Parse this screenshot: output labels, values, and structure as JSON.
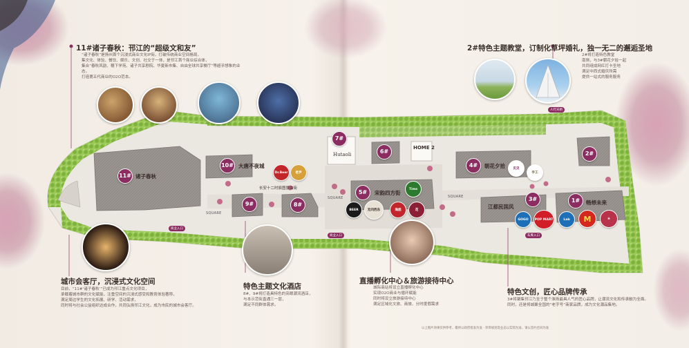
{
  "sections": {
    "zhuzi": {
      "heading": "11#诸子春秋：邗江的“超级文和友”",
      "body_lines": [
        "“诸子春秋”是扬州首个沉浸式商业文化IP街，打破传统商业空间格局，",
        "集文化、体验、餐饮、娱乐、文创、社交于一体，是邗江首个商业综合体，",
        "集合“春秋风韵、穗下学苑、诸子共享剧院、华夏新市集、自由全球共享餐厅”等超乎想象的业态，",
        "打造第五代商业的O2O范本。"
      ]
    },
    "chapel": {
      "heading": "2#特色主题教堂，订制化草坪婚礼，独一无二的邂逅圣地",
      "body_lines": [
        "2#将打造特色教堂",
        "南侧，与3#朝花夕拾一起",
        "共同组成网红打卡圣地",
        "满足中西式婚庆所需",
        "提供一站式的服务服务"
      ]
    },
    "living_room": {
      "heading": "城市会客厅，沉浸式文化空间",
      "body_lines": [
        "目前，“11#‘诸子春秋’”已成为邗江重点文化项目，",
        "承载着城市群的文化赋能，注重空间的沉浸式感受和教育体验著称，",
        "满足周边学生的文化拓展、研学、活动需求，",
        "同时将与社会公益组织达成合作，共同弘扬邗江文化，成为市民的城市会客厅。"
      ]
    },
    "hotel": {
      "heading": "特色主题文化酒店",
      "body_lines": [
        "8#、9#将打造具特色的亮眼潮流酒店，",
        "与本示范街直通三一层，",
        "满足不同群体需求。"
      ]
    },
    "livestream": {
      "heading": "直播孵化中心＆旅游接待中心",
      "body_lines": [
        "城际商站将设立直播孵化中心",
        "实现O2O商业与循环赋能",
        "同时将设立旅游接待中心",
        "满足区域化文旅、商旅、分时度假需求"
      ]
    },
    "culture_brand": {
      "heading": "特色文创，匠心品牌传承",
      "body_lines": [
        "3#将聚集邗江乃至于整个淮扬最具人气的匠心品牌，让潮流文化和传承融为全面。",
        "同时，还是将城聚全国的“老字号”商家品牌，成为文化潮品集地。"
      ]
    }
  },
  "units": [
    {
      "id": "u11",
      "num": "11#",
      "label": "诸子春秋"
    },
    {
      "id": "u10",
      "num": "10#",
      "label": "大唐不夜城"
    },
    {
      "id": "u9",
      "num": "9#",
      "label": ""
    },
    {
      "id": "u8",
      "num": "8#",
      "label": ""
    },
    {
      "id": "u7",
      "num": "7#",
      "label": ""
    },
    {
      "id": "u6",
      "num": "6#",
      "label": ""
    },
    {
      "id": "u5",
      "num": "5#",
      "label": "宋韵四方街"
    },
    {
      "id": "u4",
      "num": "4#",
      "label": "朝花夕拾"
    },
    {
      "id": "u3",
      "num": "3#",
      "label": "江都民国风"
    },
    {
      "id": "u1",
      "num": "1#",
      "label": "畅想未来"
    },
    {
      "id": "u2",
      "num": "2#",
      "label": ""
    }
  ],
  "sublabels": {
    "tang_12": "长安十二时辰图景曲街",
    "home2": "HOME 2",
    "hutaoli": "Hutaoli"
  },
  "streets": [
    "SQUARE",
    "SQUARE",
    "SQUARE"
  ],
  "gates": {
    "skybridge": "人行天桥",
    "west_gate": "商业入口",
    "mid_gate": "商业入口",
    "east_gate": "车库入口"
  },
  "brands": [
    {
      "id": "b1",
      "text": "Dr.Beer",
      "color": "#c3262a"
    },
    {
      "id": "b2",
      "text": "老尹",
      "color": "#d6a13a"
    },
    {
      "id": "b3",
      "text": "Tims",
      "color": "#2b7a2e"
    },
    {
      "id": "b4",
      "text": "BEER",
      "color": "#1a1a1a"
    },
    {
      "id": "b5",
      "text": "无问西东",
      "color": "#e8e1d5"
    },
    {
      "id": "b6",
      "text": "海底",
      "color": "#c2262c"
    },
    {
      "id": "b7",
      "text": "花",
      "color": "#8b1f35"
    },
    {
      "id": "b8",
      "text": "贝贝",
      "color": "#ffffff"
    },
    {
      "id": "b9",
      "text": "手工",
      "color": "#ffffff"
    },
    {
      "id": "b10",
      "text": "GOGO",
      "color": "#1d6fb8"
    },
    {
      "id": "b11",
      "text": "POP MART",
      "color": "#d11f2a"
    },
    {
      "id": "b12",
      "text": "Lab",
      "color": "#1d6fb8"
    },
    {
      "id": "b13",
      "text": "M",
      "color": "#d4281f"
    },
    {
      "id": "b14",
      "text": "❀",
      "color": "#b8324a"
    }
  ],
  "footer": "以上图片效果仅供参考，最终以政府批准为准 · 项目规划及业态以实际为准，请以签约合同为准",
  "colors": {
    "accent": "#8b2d61",
    "greenery": "#8cbf4a",
    "building": "#9d9692",
    "plaza": "#e8e4de"
  }
}
